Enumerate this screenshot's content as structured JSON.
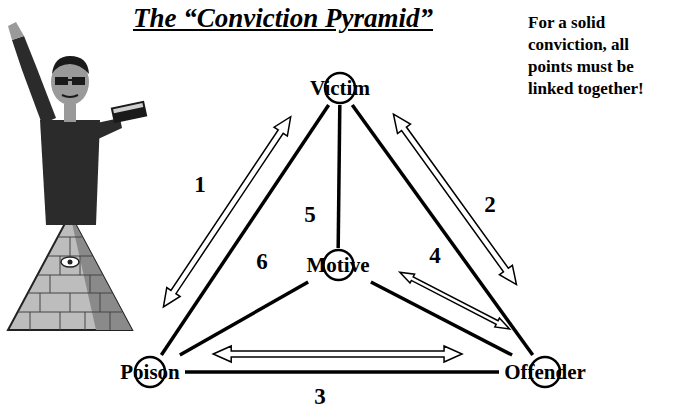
{
  "diagram": {
    "title": "The “Conviction Pyramid”",
    "nodes": [
      {
        "text": [
          "Victim"
        ]
      },
      {
        "text": [
          "Motive"
        ]
      },
      {
        "text": [
          "Poison"
        ]
      },
      {
        "text": [
          "Offender"
        ]
      }
    ],
    "edges": [
      {
        "from": 0,
        "to": 2,
        "arrow": "none"
      },
      {
        "from": 0,
        "to": 3,
        "arrow": "none"
      },
      {
        "from": 2,
        "to": 3,
        "arrow": "none"
      },
      {
        "from": 0,
        "to": 1,
        "arrow": "none",
        "label": "5"
      },
      {
        "from": 1,
        "to": 2,
        "arrow": "none",
        "label": "6"
      },
      {
        "from": 1,
        "to": 3,
        "arrow": "none"
      },
      {
        "from": 0,
        "to": 2,
        "arrow": "both",
        "label": "1"
      },
      {
        "from": 0,
        "to": 3,
        "arrow": "both",
        "label": "2"
      },
      {
        "from": 2,
        "to": 3,
        "arrow": "both",
        "label": "3"
      },
      {
        "from": 1,
        "to": 3,
        "arrow": "both",
        "label": "4"
      }
    ],
    "labels": [
      "For a solid conviction, all points must be linked together!"
    ]
  }
}
